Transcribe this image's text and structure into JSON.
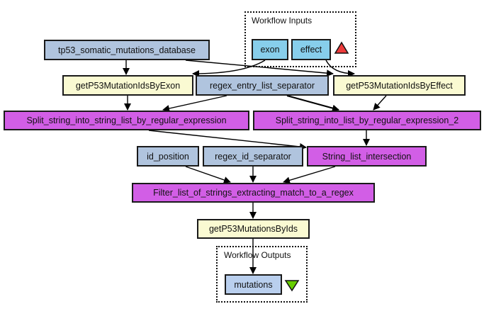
{
  "colors": {
    "input_port": "#87ceeb",
    "constant": "#b0c4de",
    "service": "#fafad2",
    "local_worker": "#d25ee6",
    "output_port": "#b9cfee",
    "input_marker": "#ee3b3b",
    "output_marker": "#66cd00"
  },
  "clusters": {
    "inputs": {
      "title": "Workflow Inputs",
      "marker_icon": "triangle-up-icon"
    },
    "outputs": {
      "title": "Workflow Outputs",
      "marker_icon": "triangle-down-icon"
    }
  },
  "nodes": {
    "exon": {
      "label": "exon",
      "kind": "input_port"
    },
    "effect": {
      "label": "effect",
      "kind": "input_port"
    },
    "tp53db": {
      "label": "tp53_somatic_mutations_database",
      "kind": "constant"
    },
    "byExon": {
      "label": "getP53MutationIdsByExon",
      "kind": "service"
    },
    "regexEntry": {
      "label": "regex_entry_list_separator",
      "kind": "constant"
    },
    "byEffect": {
      "label": "getP53MutationIdsByEffect",
      "kind": "service"
    },
    "split1": {
      "label": "Split_string_into_string_list_by_regular_expression",
      "kind": "local_worker"
    },
    "split2": {
      "label": "Split_string_into_list_by_regular_expression_2",
      "kind": "local_worker"
    },
    "idPosition": {
      "label": "id_position",
      "kind": "constant"
    },
    "regexId": {
      "label": "regex_id_separator",
      "kind": "constant"
    },
    "intersection": {
      "label": "String_list_intersection",
      "kind": "local_worker"
    },
    "filter": {
      "label": "Filter_list_of_strings_extracting_match_to_a_regex",
      "kind": "local_worker"
    },
    "byIds": {
      "label": "getP53MutationsByIds",
      "kind": "service"
    },
    "mutations": {
      "label": "mutations",
      "kind": "output_port"
    }
  },
  "edges": [
    [
      "tp53db",
      "byExon"
    ],
    [
      "tp53db",
      "byEffect"
    ],
    [
      "exon",
      "byExon"
    ],
    [
      "effect",
      "byEffect"
    ],
    [
      "byExon",
      "split1"
    ],
    [
      "regexEntry",
      "split1"
    ],
    [
      "regexEntry",
      "split2"
    ],
    [
      "byEffect",
      "split2"
    ],
    [
      "split1",
      "intersection"
    ],
    [
      "split2",
      "intersection"
    ],
    [
      "idPosition",
      "filter"
    ],
    [
      "regexId",
      "filter"
    ],
    [
      "intersection",
      "filter"
    ],
    [
      "filter",
      "byIds"
    ],
    [
      "byIds",
      "mutations"
    ]
  ]
}
